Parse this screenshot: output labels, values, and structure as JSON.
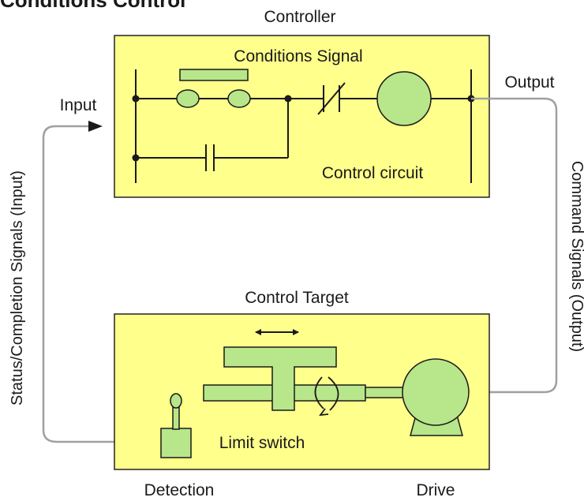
{
  "page_title": "Conditions Control",
  "controller": {
    "title": "Controller",
    "signal_label": "Conditions Signal",
    "circuit_label": "Control circuit"
  },
  "target": {
    "title": "Control Target",
    "limit_switch_label": "Limit switch"
  },
  "signals": {
    "input": "Input",
    "output": "Output",
    "status_signals": "Status/Completion Signals (Input)",
    "command_signals": "Command Signals (Output)"
  },
  "footer": {
    "detection": "Detection",
    "drive": "Drive"
  },
  "colors": {
    "box_fill": "#ffff8c",
    "component_fill": "#b8e68a",
    "line": "#1a1a1a",
    "signal_line": "#a0a0a0"
  }
}
